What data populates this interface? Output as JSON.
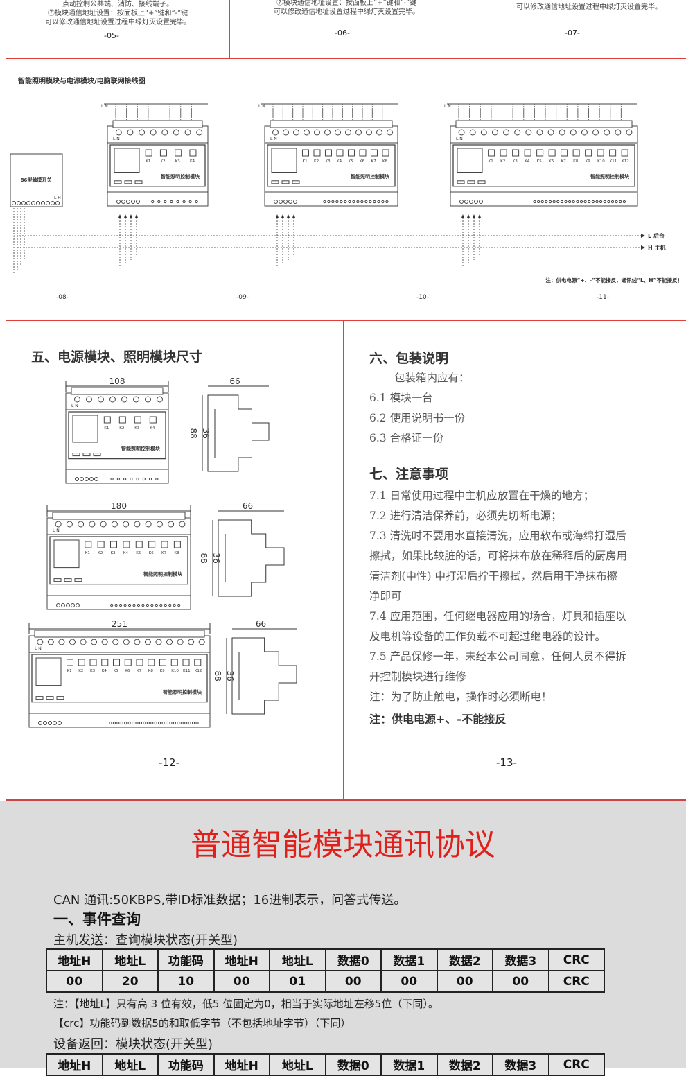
{
  "top_pages": [
    {
      "lines": [
        "点动控制公共端、消防、接线端子。",
        "⑦模块通信地址设置：按面板上“+”键和“-”键",
        "可以修改通信地址设置过程中绿灯灭设置完毕。"
      ],
      "page": "-05-"
    },
    {
      "lines": [
        "⑦模块通信地址设置：按面板上“+”键和“-”键",
        "可以修改通信地址设置过程中绿灯灭设置完毕。"
      ],
      "page": "-06-"
    },
    {
      "lines": [
        "可以修改通信地址设置过程中绿灯灭设置完毕。"
      ],
      "page": "-07-"
    }
  ],
  "wiring": {
    "title": "智能照明模块与电源模块/电脑联网接线图",
    "switch_label": "86型触摸开关",
    "module_label": "智能照明控制模块",
    "ln_label": "L N",
    "lh_label": "L H",
    "line_l": "L 后台",
    "line_h": "H 主机",
    "note": "注：供电电源“+、-”不能接反，通讯线“L、H”不能接反！",
    "modules": [
      {
        "keys": [
          "K1",
          "K2",
          "K3",
          "K4"
        ]
      },
      {
        "keys": [
          "K1",
          "K2",
          "K3",
          "K4",
          "K5",
          "K6",
          "K7",
          "K8"
        ]
      },
      {
        "keys": [
          "K1",
          "K2",
          "K3",
          "K4",
          "K5",
          "K6",
          "K7",
          "K8",
          "K9",
          "K10",
          "K11",
          "K12"
        ]
      }
    ],
    "pages": [
      "-08-",
      "-09-",
      "-10-",
      "-11-"
    ]
  },
  "dimensions": {
    "heading": "五、电源模块、照明模块尺寸",
    "modules": [
      {
        "width": "108",
        "depth": "66",
        "height": "88",
        "inner": "36"
      },
      {
        "width": "180",
        "depth": "66",
        "height": "88",
        "inner": "36"
      },
      {
        "width": "251",
        "depth": "66",
        "height": "88",
        "inner": "36"
      }
    ],
    "page": "-12-"
  },
  "packing": {
    "heading": "六、包装说明",
    "intro": "包装箱内应有：",
    "items": [
      "6.1 模块一台",
      "6.2 使用说明书一份",
      "6.3 合格证一份"
    ]
  },
  "notes": {
    "heading": "七、注意事项",
    "lines": [
      "7.1 日常使用过程中主机应放置在干燥的地方；",
      "7.2 进行清洁保养前，必须先切断电源；",
      "7.3 清洗时不要用水直接清洗，应用软布或海绵打湿后",
      "擦拭，如果比较脏的话，可将抹布放在稀释后的厨房用",
      "清洁剂(中性) 中打湿后拧干擦拭，然后用干净抹布擦",
      "净即可",
      "7.4 应用范围，任何继电器应用的场合，灯具和插座以",
      "及电机等设备的工作负载不可超过继电器的设计。",
      "7.5 产品保修一年，未经本公司同意，任何人员不得拆",
      "开控制模块进行维修",
      "注：为了防止触电，操作时必须断电！"
    ],
    "warning": "注：供电电源+、–不能接反",
    "page": "-13-"
  },
  "protocol": {
    "title": "普通智能模块通讯协议",
    "intro": "CAN 通讯:50KBPS,带ID标准数据；16进制表示，问答式传送。",
    "section": "一、事件查询",
    "send_label": "主机发送：查询模块状态(开关型)",
    "headers": [
      "地址H",
      "地址L",
      "功能码",
      "地址H",
      "地址L",
      "数据0",
      "数据1",
      "数据2",
      "数据3",
      "CRC"
    ],
    "send_values": [
      "00",
      "20",
      "10",
      "00",
      "01",
      "00",
      "00",
      "00",
      "00",
      "CRC"
    ],
    "note1": "注：【地址L】只有高 3 位有效，低5 位固定为0，相当于实际地址左移5位（下同）。",
    "note2": "【crc】功能码到数据5的和取低字节（不包括地址字节）（下同）",
    "return_label": "设备返回：模块状态(开关型)",
    "title_color": "#e0201b"
  }
}
